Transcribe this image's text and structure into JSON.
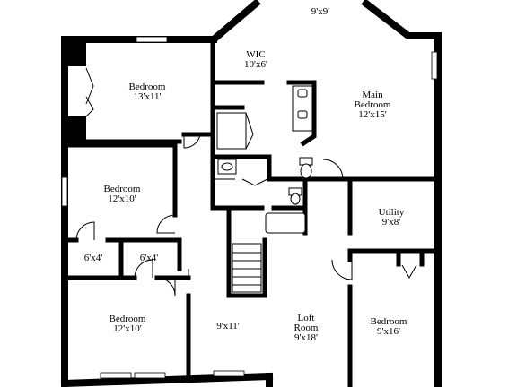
{
  "rooms": {
    "top_nook": {
      "dims": "9'x9'"
    },
    "wic": {
      "name": "WIC",
      "dims": "10'x6'"
    },
    "main_bedroom": {
      "name_line1": "Main",
      "name_line2": "Bedroom",
      "dims": "12'x15'"
    },
    "bedroom_ne": {
      "name": "Bedroom",
      "dims": "13'x11'"
    },
    "bedroom_w": {
      "name": "Bedroom",
      "dims": "12'x10'"
    },
    "closet_a": {
      "dims": "6'x4'"
    },
    "closet_b": {
      "dims": "6'x4'"
    },
    "utility": {
      "name": "Utility",
      "dims": "9'x8'"
    },
    "bedroom_sw": {
      "name": "Bedroom",
      "dims": "12'x10'"
    },
    "hall": {
      "dims": "9'x11'"
    },
    "loft": {
      "name_line1": "Loft",
      "name_line2": "Room",
      "dims": "9'x18'"
    },
    "bedroom_se": {
      "name": "Bedroom",
      "dims": "9'x16'"
    }
  }
}
